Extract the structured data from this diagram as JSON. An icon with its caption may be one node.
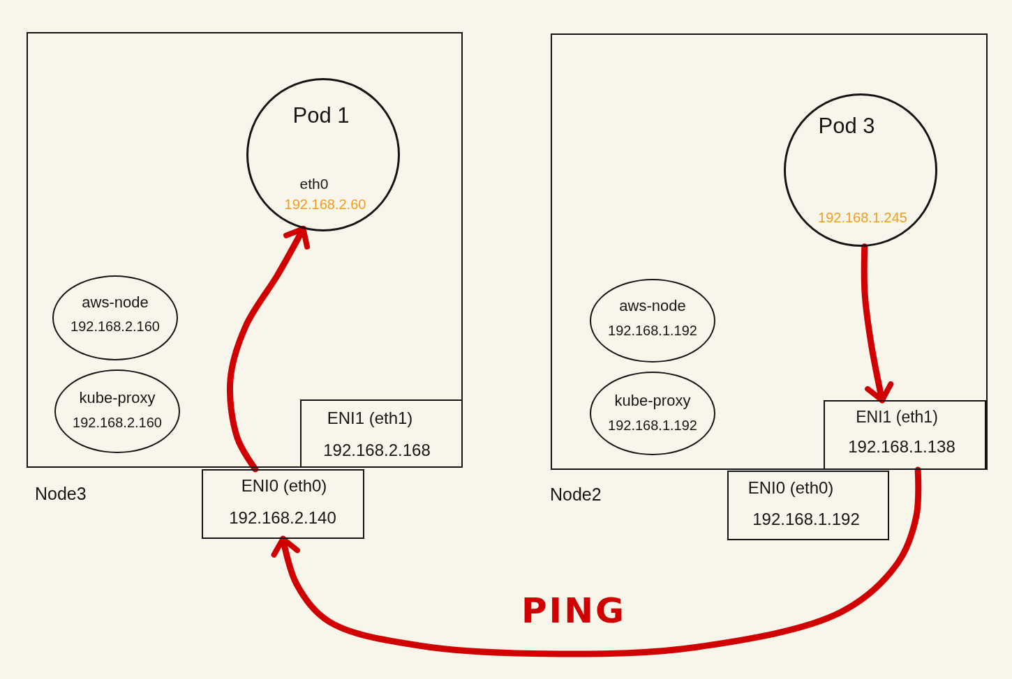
{
  "diagram": {
    "nodes": [
      {
        "text": [
          "Node3"
        ]
      },
      {
        "text": [
          "Pod 1",
          "eth0",
          "192.168.2.60"
        ],
        "in": 0
      },
      {
        "text": [
          "aws-node",
          "192.168.2.160"
        ],
        "in": 0
      },
      {
        "text": [
          "kube-proxy",
          "192.168.2.160"
        ],
        "in": 0
      },
      {
        "text": [
          "ENI1 (eth1)",
          "192.168.2.168"
        ],
        "in": 0
      },
      {
        "text": [
          "ENI0 (eth0)",
          "192.168.2.140"
        ]
      },
      {
        "text": [
          "Node2"
        ]
      },
      {
        "text": [
          "Pod 3",
          "192.168.1.245"
        ],
        "in": 6
      },
      {
        "text": [
          "aws-node",
          "192.168.1.192"
        ],
        "in": 6
      },
      {
        "text": [
          "kube-proxy",
          "192.168.1.192"
        ],
        "in": 6
      },
      {
        "text": [
          "ENI1 (eth1)",
          "192.168.1.138"
        ],
        "in": 6
      },
      {
        "text": [
          "ENI0 (eth0)",
          "192.168.1.192"
        ]
      }
    ],
    "edges": [
      {
        "from": 5,
        "to": 1,
        "arrow": "to"
      },
      {
        "from": 7,
        "to": 10,
        "arrow": "to"
      },
      {
        "from": 10,
        "to": 5,
        "arrow": "to",
        "label": "PING"
      }
    ]
  }
}
